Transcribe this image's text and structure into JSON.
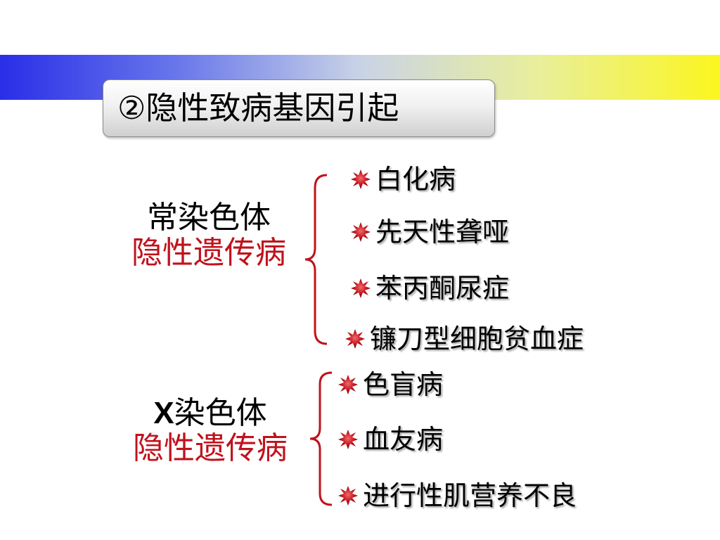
{
  "slide": {
    "title": "②隐性致病基因引起",
    "colors": {
      "band_start": "#2a2ee8",
      "band_end": "#fbf61f",
      "accent_red": "#c0121c",
      "bullet": "#c0121c"
    },
    "groups": [
      {
        "label_line1": "常染色体",
        "label_line2": "隐性遗传病",
        "items": [
          "白化病",
          "先天性聋哑",
          "苯丙酮尿症",
          "镰刀型细胞贫血症"
        ]
      },
      {
        "label_prefix": "X",
        "label_line1": "染色体",
        "label_line2": "隐性遗传病",
        "items": [
          "色盲病",
          "血友病",
          "进行性肌营养不良"
        ]
      }
    ]
  }
}
